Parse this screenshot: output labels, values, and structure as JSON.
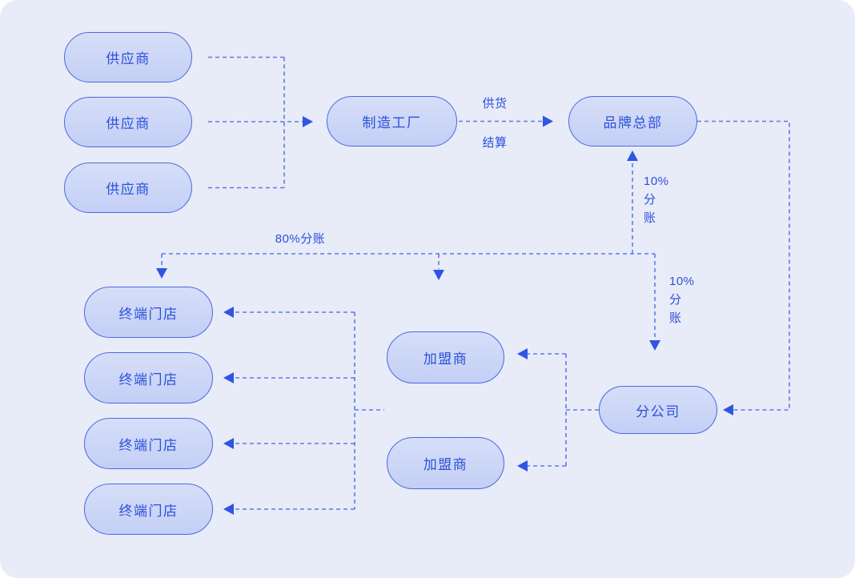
{
  "diagram": {
    "title": "franchise-supply-chain-flowchart",
    "nodes": {
      "supplier_1": "供应商",
      "supplier_2": "供应商",
      "supplier_3": "供应商",
      "factory": "制造工厂",
      "brand_hq": "品牌总部",
      "store_1": "终端门店",
      "store_2": "终端门店",
      "store_3": "终端门店",
      "store_4": "终端门店",
      "franchisee_1": "加盟商",
      "franchisee_2": "加盟商",
      "branch_company": "分公司"
    },
    "edge_labels": {
      "supply": "供货",
      "settlement": "结算",
      "split_80": "80%分账",
      "split_10_up": "10%\n分\n账",
      "split_10_down": "10%\n分\n账"
    }
  },
  "colors": {
    "page_bg": "#ffffff",
    "panel_bg": "#e8ebf8",
    "node_fill_top": "#d6def8",
    "node_fill_bottom": "#c3cff5",
    "node_border": "#4a69e1",
    "node_text": "#2b50dc",
    "line": "#5b7ce8",
    "arrow": "#2f55e1"
  }
}
